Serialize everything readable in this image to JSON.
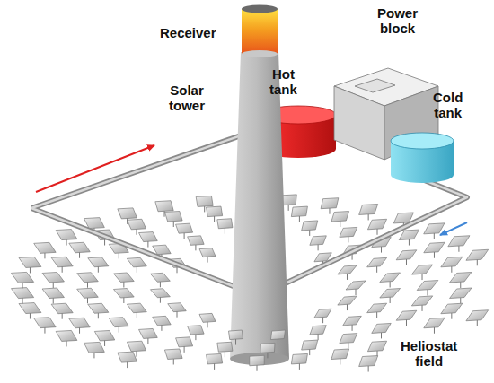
{
  "diagram": {
    "labels": [
      "Receiver",
      "Solar tower",
      "Hot tank",
      "Power block",
      "Cold tank",
      "Heliostat field"
    ]
  }
}
